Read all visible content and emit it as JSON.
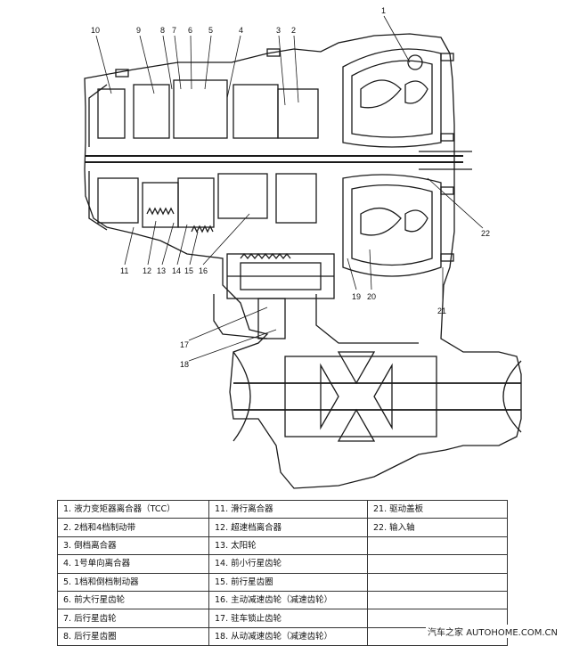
{
  "diagram": {
    "callouts": [
      "1",
      "2",
      "3",
      "4",
      "5",
      "6",
      "7",
      "8",
      "9",
      "10",
      "11",
      "12",
      "13",
      "14",
      "15",
      "16",
      "17",
      "18",
      "19",
      "20",
      "21",
      "22"
    ]
  },
  "legend": {
    "rows": [
      [
        "1. 液力变矩器离合器（TCC）",
        "11. 滑行离合器",
        "21. 驱动盖板"
      ],
      [
        "2. 2档和4档制动带",
        "12. 超速档离合器",
        "22. 输入轴"
      ],
      [
        "3. 倒档离合器",
        "13. 太阳轮",
        ""
      ],
      [
        "4. 1号单向离合器",
        "14. 前小行星齿轮",
        ""
      ],
      [
        "5. 1档和倒档制动器",
        "15. 前行星齿圈",
        ""
      ],
      [
        "6. 前大行星齿轮",
        "16. 主动减速齿轮（减速齿轮）",
        ""
      ],
      [
        "7. 后行星齿轮",
        "17. 驻车锁止齿轮",
        ""
      ],
      [
        "8. 后行星齿圈",
        "18. 从动减速齿轮（减速齿轮）",
        ""
      ]
    ]
  },
  "watermark": "汽车之家  AUTOHOME.COM.CN"
}
